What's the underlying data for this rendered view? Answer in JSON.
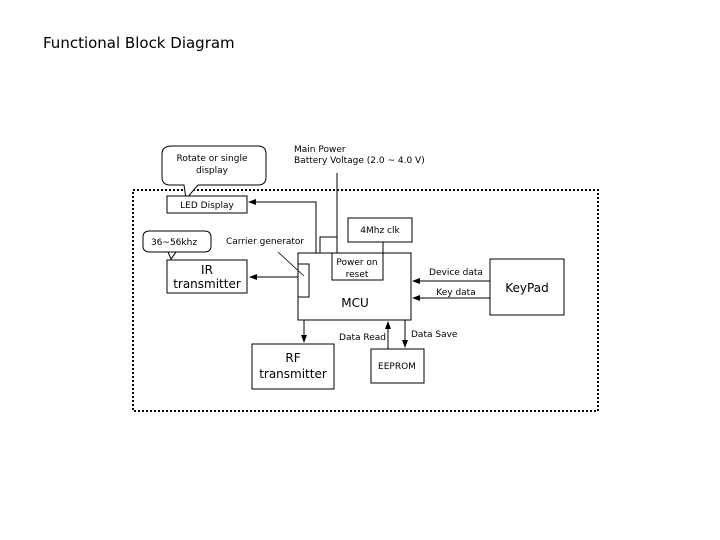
{
  "title": "Functional Block Diagram",
  "callouts": {
    "led_note": [
      "Rotate or single",
      "display"
    ],
    "ir_note": "36~56khz"
  },
  "power": {
    "line1": "Main Power",
    "line2": "Battery Voltage (2.0 ~ 4.0 V)"
  },
  "blocks": {
    "led_display": "LED Display",
    "ir_transmitter": [
      "IR",
      "transmitter"
    ],
    "clock": "4Mhz clk",
    "power_on_reset": [
      "Power on",
      "reset"
    ],
    "mcu": "MCU",
    "keypad": "KeyPad",
    "rf_transmitter": [
      "RF",
      "transmitter"
    ],
    "eeprom": "EEPROM"
  },
  "labels": {
    "carrier_generator": "Carrier generator",
    "device_data": "Device data",
    "key_data": "Key data",
    "data_read": "Data Read",
    "data_save": "Data Save"
  },
  "colors": {
    "stroke": "#000000",
    "background": "#ffffff"
  }
}
